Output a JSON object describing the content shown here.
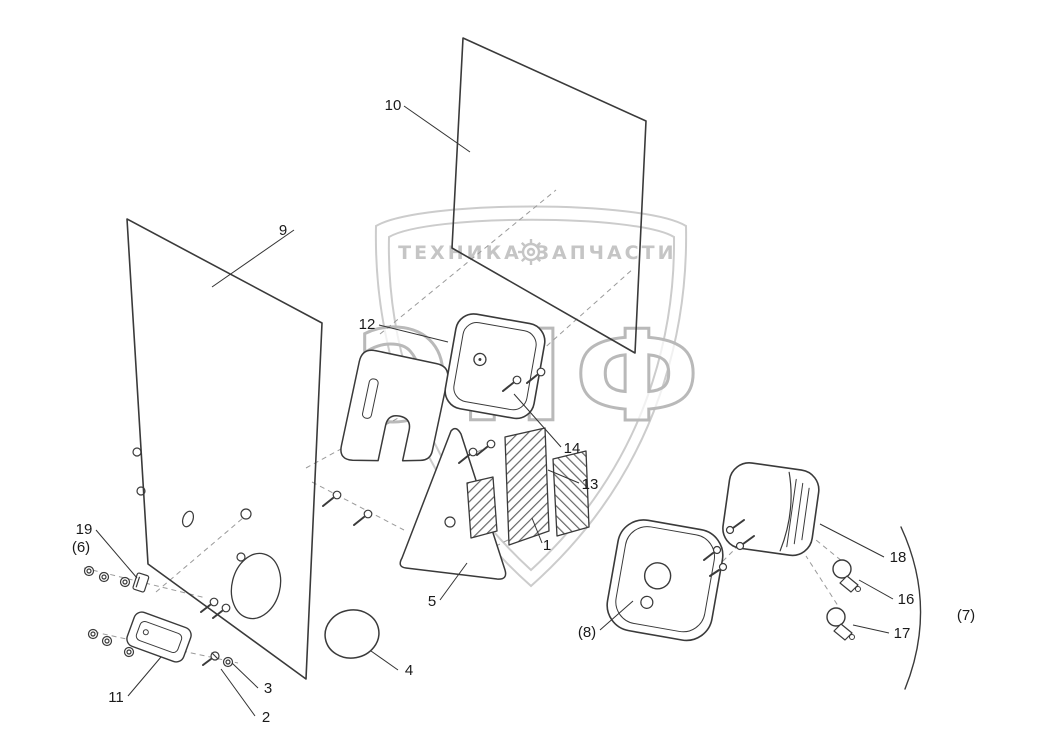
{
  "diagram": {
    "type": "exploded-parts-diagram",
    "background": "#ffffff",
    "colors": {
      "part_line": "#3a3a3a",
      "axis_line": "#9a9a9a",
      "watermark": "#c5c5c5",
      "watermark_outline": "#b9b9b9"
    },
    "watermark": {
      "banner_left": "ТЕХНИКА",
      "banner_right": "ЗАПЧАСТИ",
      "gear_icon": "gear",
      "brand": "ЭПФ"
    },
    "callouts": [
      {
        "label": "10"
      },
      {
        "label": "9"
      },
      {
        "label": "12"
      },
      {
        "label": "14"
      },
      {
        "label": "13"
      },
      {
        "label": "19"
      },
      {
        "label": "(6)"
      },
      {
        "label": "5"
      },
      {
        "label": "1"
      },
      {
        "label": "4"
      },
      {
        "label": "3"
      },
      {
        "label": "2"
      },
      {
        "label": "11"
      },
      {
        "label": "(8)"
      },
      {
        "label": "18"
      },
      {
        "label": "16"
      },
      {
        "label": "17"
      },
      {
        "label": "(7)"
      }
    ]
  }
}
